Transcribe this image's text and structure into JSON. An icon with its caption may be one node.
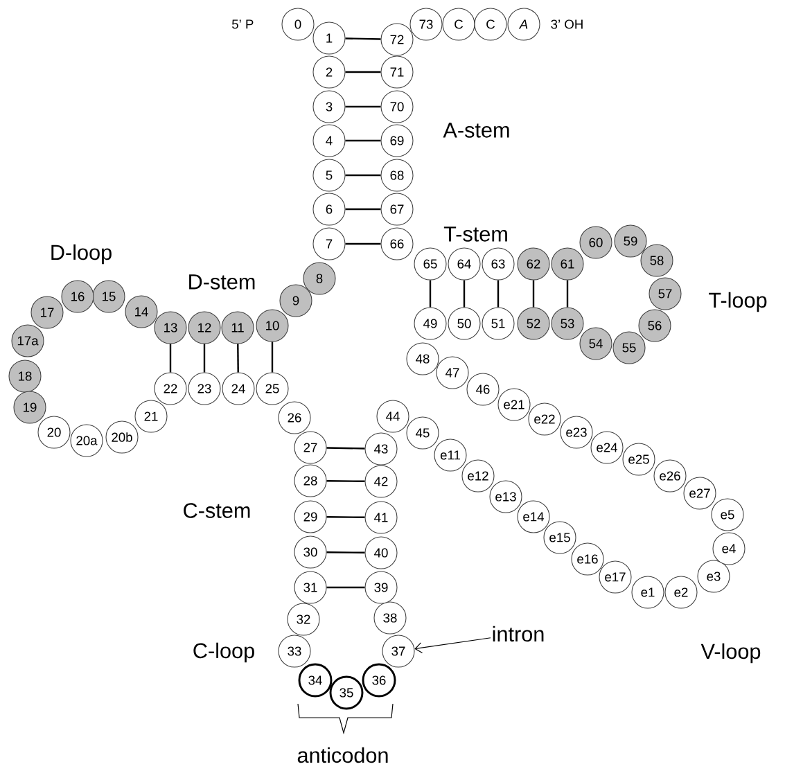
{
  "diagram": {
    "nodes": [
      {
        "text": [
          "0"
        ]
      },
      {
        "text": [
          "1"
        ]
      },
      {
        "text": [
          "2"
        ]
      },
      {
        "text": [
          "3"
        ]
      },
      {
        "text": [
          "4"
        ]
      },
      {
        "text": [
          "5"
        ]
      },
      {
        "text": [
          "6"
        ]
      },
      {
        "text": [
          "7"
        ]
      },
      {
        "text": [
          "8"
        ]
      },
      {
        "text": [
          "9"
        ]
      },
      {
        "text": [
          "10"
        ]
      },
      {
        "text": [
          "11"
        ]
      },
      {
        "text": [
          "12"
        ]
      },
      {
        "text": [
          "13"
        ]
      },
      {
        "text": [
          "14"
        ]
      },
      {
        "text": [
          "15"
        ]
      },
      {
        "text": [
          "16"
        ]
      },
      {
        "text": [
          "17"
        ]
      },
      {
        "text": [
          "17a"
        ]
      },
      {
        "text": [
          "18"
        ]
      },
      {
        "text": [
          "19"
        ]
      },
      {
        "text": [
          "20"
        ]
      },
      {
        "text": [
          "20a"
        ]
      },
      {
        "text": [
          "20b"
        ]
      },
      {
        "text": [
          "21"
        ]
      },
      {
        "text": [
          "22"
        ]
      },
      {
        "text": [
          "23"
        ]
      },
      {
        "text": [
          "24"
        ]
      },
      {
        "text": [
          "25"
        ]
      },
      {
        "text": [
          "26"
        ]
      },
      {
        "text": [
          "27"
        ]
      },
      {
        "text": [
          "28"
        ]
      },
      {
        "text": [
          "29"
        ]
      },
      {
        "text": [
          "30"
        ]
      },
      {
        "text": [
          "31"
        ]
      },
      {
        "text": [
          "32"
        ]
      },
      {
        "text": [
          "33"
        ]
      },
      {
        "text": [
          "34"
        ]
      },
      {
        "text": [
          "35"
        ]
      },
      {
        "text": [
          "36"
        ]
      },
      {
        "text": [
          "37"
        ]
      },
      {
        "text": [
          "38"
        ]
      },
      {
        "text": [
          "39"
        ]
      },
      {
        "text": [
          "40"
        ]
      },
      {
        "text": [
          "41"
        ]
      },
      {
        "text": [
          "42"
        ]
      },
      {
        "text": [
          "43"
        ]
      },
      {
        "text": [
          "44"
        ]
      },
      {
        "text": [
          "45"
        ]
      },
      {
        "text": [
          "e11"
        ]
      },
      {
        "text": [
          "e12"
        ]
      },
      {
        "text": [
          "e13"
        ]
      },
      {
        "text": [
          "e14"
        ]
      },
      {
        "text": [
          "e15"
        ]
      },
      {
        "text": [
          "e16"
        ]
      },
      {
        "text": [
          "e17"
        ]
      },
      {
        "text": [
          "e1"
        ]
      },
      {
        "text": [
          "e2"
        ]
      },
      {
        "text": [
          "e3"
        ]
      },
      {
        "text": [
          "e4"
        ]
      },
      {
        "text": [
          "e5"
        ]
      },
      {
        "text": [
          "e27"
        ]
      },
      {
        "text": [
          "e26"
        ]
      },
      {
        "text": [
          "e25"
        ]
      },
      {
        "text": [
          "e24"
        ]
      },
      {
        "text": [
          "e23"
        ]
      },
      {
        "text": [
          "e22"
        ]
      },
      {
        "text": [
          "e21"
        ]
      },
      {
        "text": [
          "46"
        ]
      },
      {
        "text": [
          "47"
        ]
      },
      {
        "text": [
          "48"
        ]
      },
      {
        "text": [
          "49"
        ]
      },
      {
        "text": [
          "50"
        ]
      },
      {
        "text": [
          "51"
        ]
      },
      {
        "text": [
          "52"
        ]
      },
      {
        "text": [
          "53"
        ]
      },
      {
        "text": [
          "54"
        ]
      },
      {
        "text": [
          "55"
        ]
      },
      {
        "text": [
          "56"
        ]
      },
      {
        "text": [
          "57"
        ]
      },
      {
        "text": [
          "58"
        ]
      },
      {
        "text": [
          "59"
        ]
      },
      {
        "text": [
          "60"
        ]
      },
      {
        "text": [
          "61"
        ]
      },
      {
        "text": [
          "62"
        ]
      },
      {
        "text": [
          "63"
        ]
      },
      {
        "text": [
          "64"
        ]
      },
      {
        "text": [
          "65"
        ]
      },
      {
        "text": [
          "66"
        ]
      },
      {
        "text": [
          "67"
        ]
      },
      {
        "text": [
          "68"
        ]
      },
      {
        "text": [
          "69"
        ]
      },
      {
        "text": [
          "70"
        ]
      },
      {
        "text": [
          "71"
        ]
      },
      {
        "text": [
          "72"
        ]
      },
      {
        "text": [
          "73"
        ]
      },
      {
        "text": [
          "C"
        ]
      },
      {
        "text": [
          "C"
        ]
      },
      {
        "text": [
          "A"
        ]
      },
      {
        "text": [
          "intron"
        ]
      }
    ],
    "edges": [
      {
        "from": 1,
        "to": 94,
        "arrow": "none"
      },
      {
        "from": 2,
        "to": 93,
        "arrow": "none"
      },
      {
        "from": 3,
        "to": 92,
        "arrow": "none"
      },
      {
        "from": 4,
        "to": 91,
        "arrow": "none"
      },
      {
        "from": 5,
        "to": 90,
        "arrow": "none"
      },
      {
        "from": 6,
        "to": 89,
        "arrow": "none"
      },
      {
        "from": 7,
        "to": 88,
        "arrow": "none"
      },
      {
        "from": 10,
        "to": 28,
        "arrow": "none"
      },
      {
        "from": 11,
        "to": 27,
        "arrow": "none"
      },
      {
        "from": 12,
        "to": 26,
        "arrow": "none"
      },
      {
        "from": 13,
        "to": 25,
        "arrow": "none"
      },
      {
        "from": 30,
        "to": 46,
        "arrow": "none"
      },
      {
        "from": 31,
        "to": 45,
        "arrow": "none"
      },
      {
        "from": 32,
        "to": 44,
        "arrow": "none"
      },
      {
        "from": 33,
        "to": 43,
        "arrow": "none"
      },
      {
        "from": 34,
        "to": 42,
        "arrow": "none"
      },
      {
        "from": 71,
        "to": 87,
        "arrow": "none"
      },
      {
        "from": 72,
        "to": 86,
        "arrow": "none"
      },
      {
        "from": 73,
        "to": 85,
        "arrow": "none"
      },
      {
        "from": 74,
        "to": 84,
        "arrow": "none"
      },
      {
        "from": 75,
        "to": 83,
        "arrow": "none"
      },
      {
        "from": 99,
        "to": 40,
        "arrow": "to"
      }
    ],
    "labels": [
      "5’ P",
      "3’ OH",
      "A-stem",
      "T-stem",
      "D-loop",
      "D-stem",
      "T-loop",
      "C-stem",
      "C-loop",
      "V-loop",
      "anticodon"
    ]
  }
}
